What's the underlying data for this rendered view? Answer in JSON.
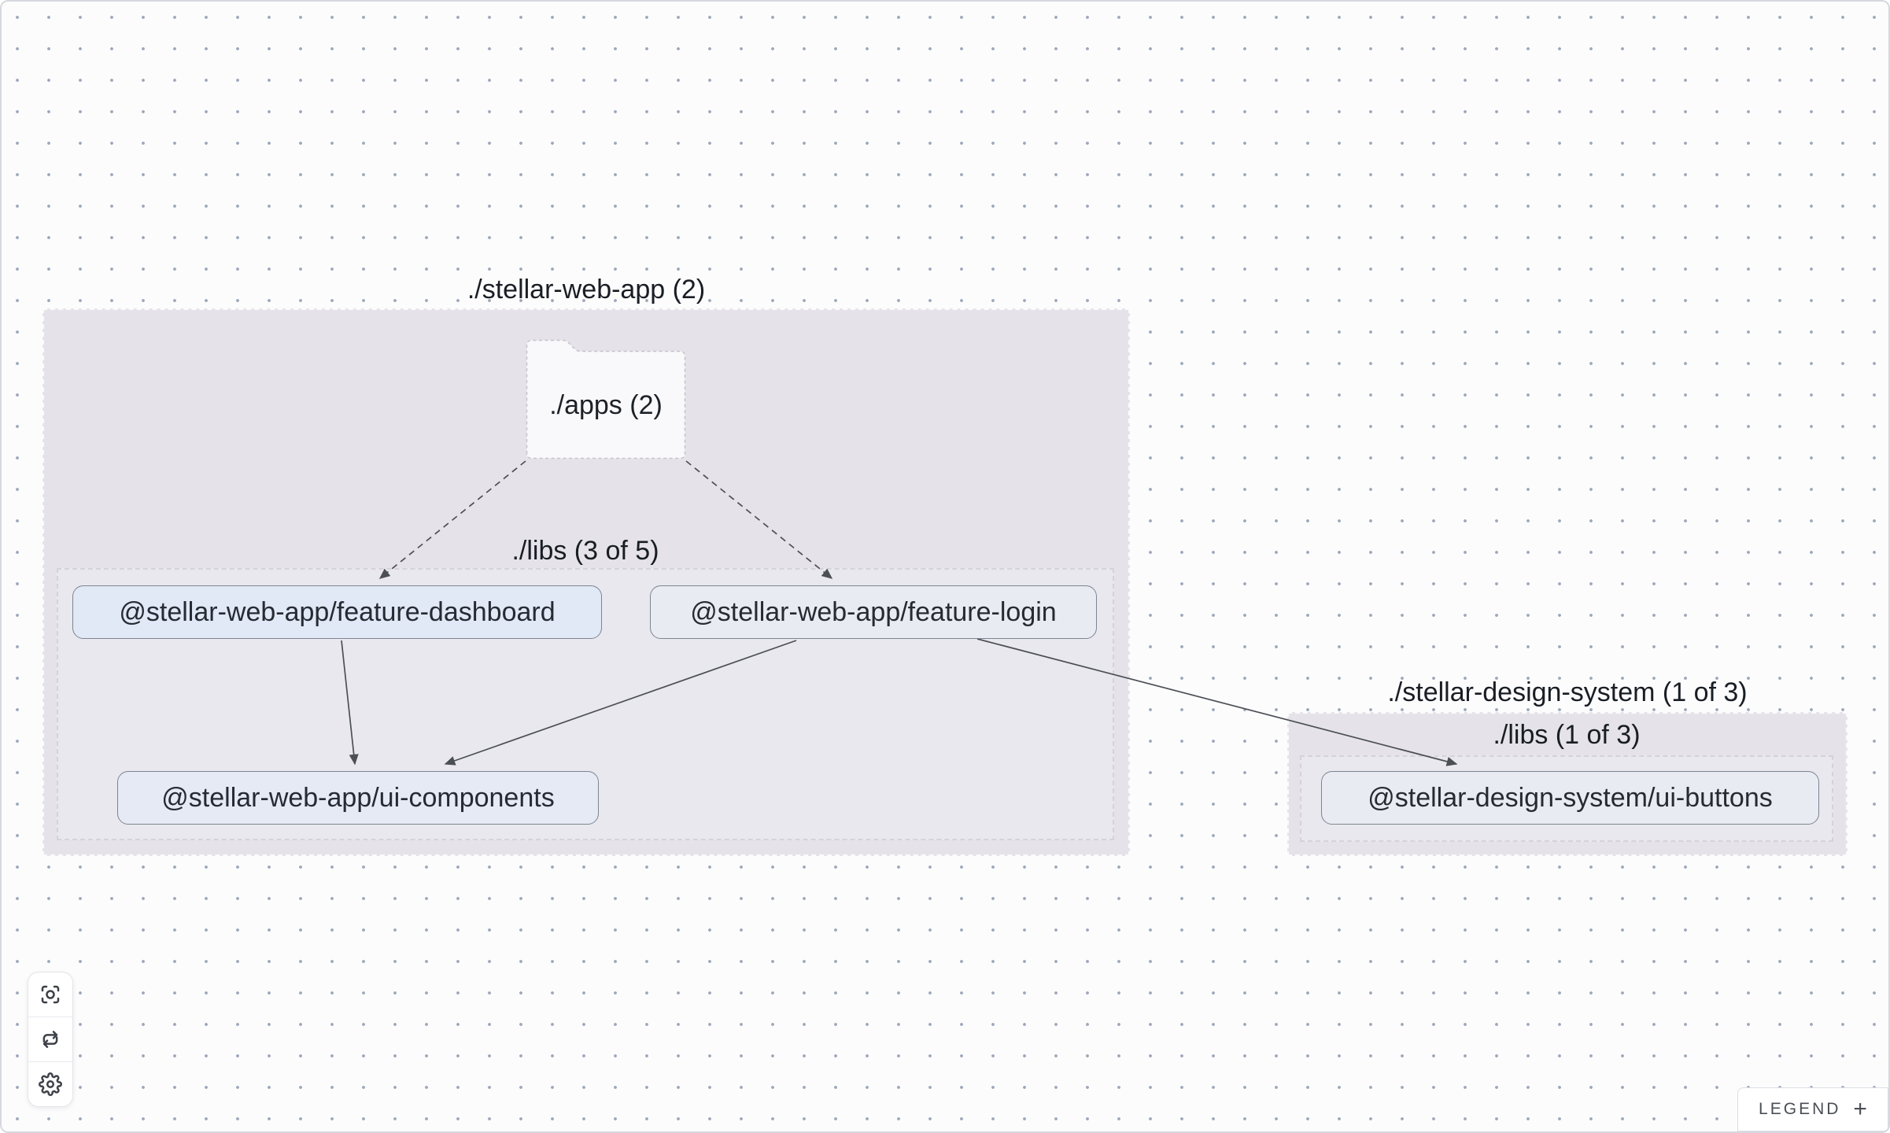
{
  "graph": {
    "groups": [
      {
        "title": "./stellar-web-app (2)",
        "libs_label": "./libs (3 of 5)"
      },
      {
        "title": "./stellar-design-system (1 of 3)",
        "libs_label": "./libs (1 of 3)"
      }
    ],
    "folder": {
      "label": "./apps (2)"
    },
    "nodes": [
      {
        "label": "@stellar-web-app/feature-dashboard"
      },
      {
        "label": "@stellar-web-app/feature-login"
      },
      {
        "label": "@stellar-web-app/ui-components"
      },
      {
        "label": "@stellar-design-system/ui-buttons"
      }
    ],
    "edges": [
      {
        "source": "./apps (2)",
        "target": "@stellar-web-app/feature-dashboard",
        "style": "dashed"
      },
      {
        "source": "./apps (2)",
        "target": "@stellar-web-app/feature-login",
        "style": "dashed"
      },
      {
        "source": "@stellar-web-app/feature-dashboard",
        "target": "@stellar-web-app/ui-components",
        "style": "solid"
      },
      {
        "source": "@stellar-web-app/feature-login",
        "target": "@stellar-web-app/ui-components",
        "style": "solid"
      },
      {
        "source": "@stellar-web-app/feature-login",
        "target": "@stellar-design-system/ui-buttons",
        "style": "solid"
      }
    ]
  },
  "toolbar": {
    "buttons": [
      {
        "icon": "focus-icon"
      },
      {
        "icon": "refresh-icon"
      },
      {
        "icon": "gear-icon"
      }
    ]
  },
  "legend": {
    "label": "LEGEND",
    "toggle": "+"
  },
  "colors": {
    "canvas": "#fcfcfd",
    "grid_dot": "#9ea8ba",
    "group_fill": "#e5e3e9",
    "node_fill": "#e9ebf3",
    "node_fill_highlight": "#e1e8f6",
    "node_border": "#7d8591",
    "edge": "#4c5056"
  }
}
